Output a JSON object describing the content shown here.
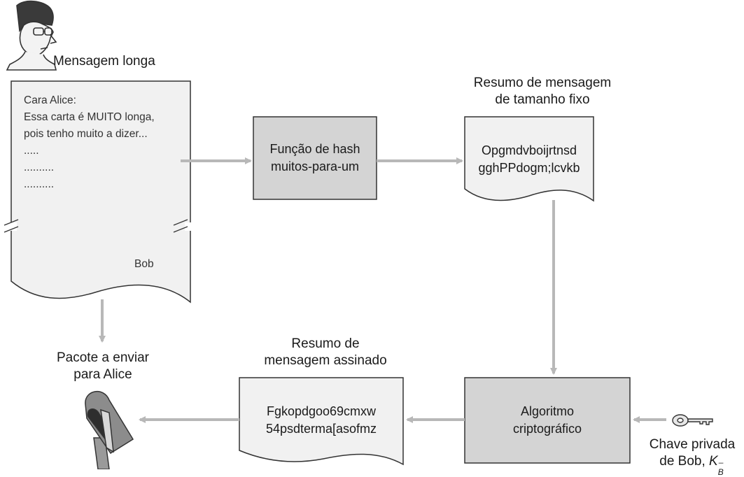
{
  "labels": {
    "long_message": "Mensagem longa",
    "fixed_digest_line1": "Resumo de mensagem",
    "fixed_digest_line2": "de tamanho fixo",
    "package_line1": "Pacote a enviar",
    "package_line2": "para Alice",
    "signed_digest_line1": "Resumo de",
    "signed_digest_line2": "mensagem assinado",
    "private_key_line1": "Chave privada",
    "private_key_line2": "de Bob,",
    "key_symbol": "K",
    "key_subscript": "B",
    "key_superscript": "–"
  },
  "letter": {
    "lines": [
      "Cara Alice:",
      "Essa carta é MUITO longa,",
      "pois tenho muito a dizer...",
      ".....",
      "..........",
      ".........."
    ],
    "signature": "Bob"
  },
  "hash_box": {
    "line1": "Função de hash",
    "line2": "muitos-para-um"
  },
  "digest_doc": {
    "line1": "Opgmdvboijrtnsd",
    "line2": "gghPPdogm;lcvkb"
  },
  "crypto_box": {
    "line1": "Algoritmo",
    "line2": "criptográfico"
  },
  "signed_doc": {
    "line1": "Fgkopdgoo69cmxw",
    "line2": "54psdterma[asofmz"
  },
  "icons": [
    "person-icon",
    "mailbox-icon",
    "key-icon"
  ],
  "colors": {
    "box_fill": "#d4d4d4",
    "doc_fill": "#f1f1f1",
    "arrow": "#b8b8b8",
    "stroke": "#333333"
  }
}
